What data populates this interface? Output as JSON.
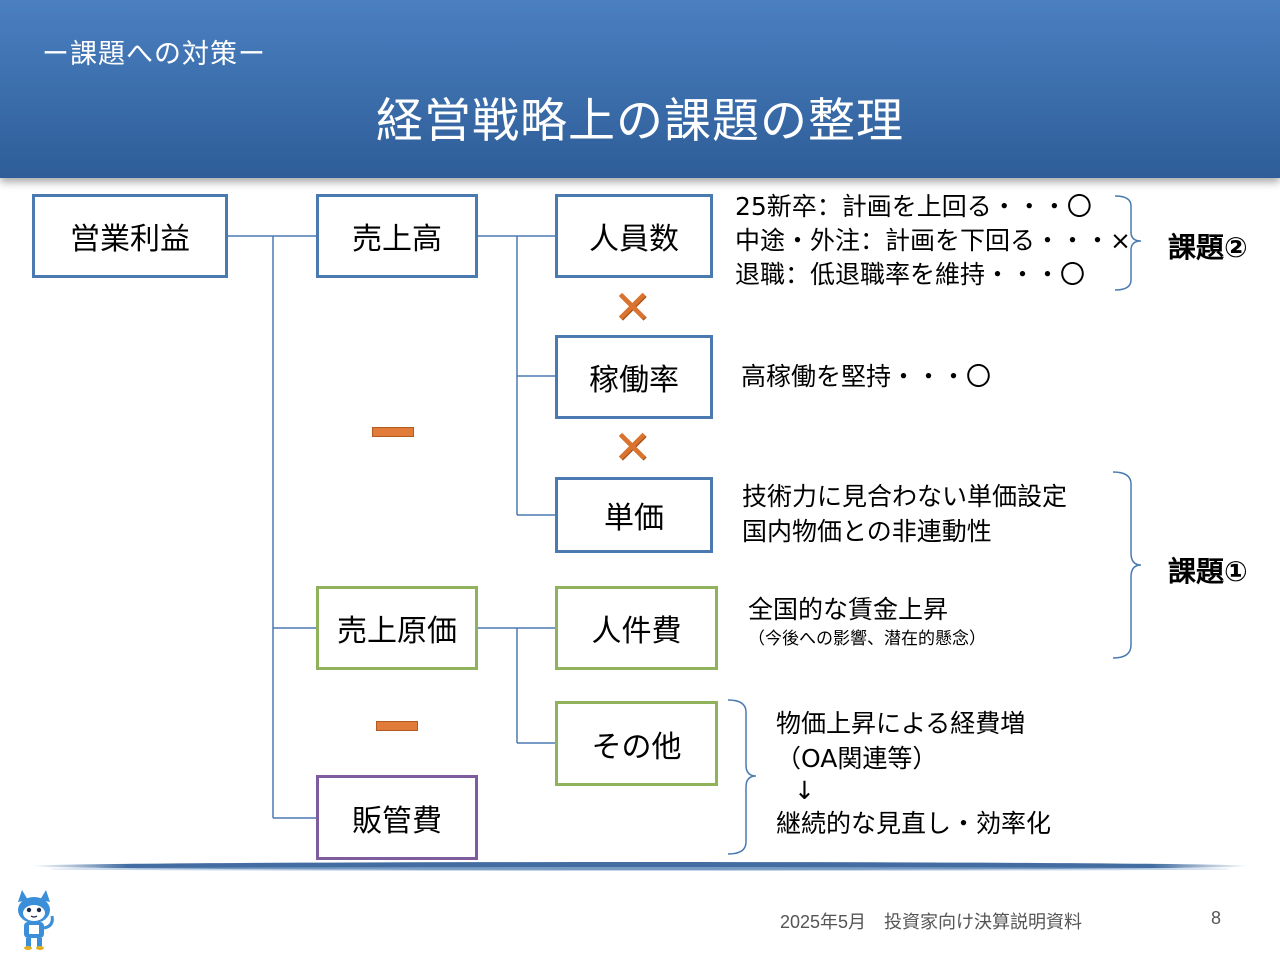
{
  "header": {
    "subtitle": "ー課題への対策ー",
    "title": "経営戦略上の課題の整理"
  },
  "tree": {
    "operating_profit": "営業利益",
    "sales": "売上高",
    "cost_of_sales": "売上原価",
    "sga": "販管費",
    "headcount": "人員数",
    "utilization": "稼働率",
    "unit_price": "単価",
    "labor_cost": "人件費",
    "other": "その他"
  },
  "operators": {
    "minus": "ー",
    "times": "✕"
  },
  "notes": {
    "headcount": [
      "25新卒：計画を上回る・・・〇",
      "中途・外注：計画を下回る・・・×",
      "退職：低退職率を維持・・・〇"
    ],
    "utilization": "高稼働を堅持・・・〇",
    "unit_price": [
      "技術力に見合わない単価設定",
      "国内物価との非連動性"
    ],
    "labor_cost_main": "全国的な賃金上昇",
    "labor_cost_sub": "（今後への影響、潜在的懸念）",
    "other": [
      "物価上昇による経費増",
      "（OA関連等）",
      "↓",
      "継続的な見直し・効率化"
    ]
  },
  "issues": {
    "issue2": "課題②",
    "issue1": "課題①"
  },
  "footer": {
    "date_doc": "2025年5月　投資家向け決算説明資料",
    "page": "8"
  },
  "colors": {
    "header": "#3b6dab",
    "box_blue": "#4a7ab0",
    "box_green": "#8fb25a",
    "box_purple": "#7e5c9e",
    "operator": "#e07b39"
  }
}
